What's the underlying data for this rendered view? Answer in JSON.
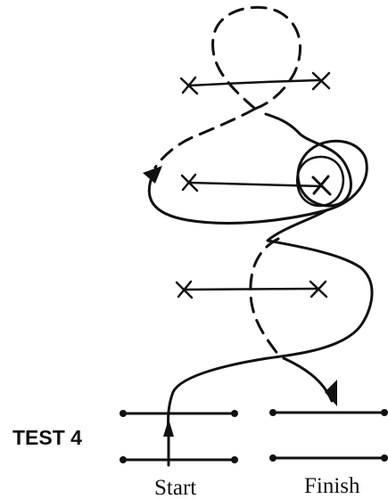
{
  "diagram": {
    "test_label": "TEST 4",
    "start_label": "Start",
    "finish_label": "Finish",
    "marker_symbol": "x",
    "ink_color": "#111111",
    "background_color": "#ffffff",
    "pole_pairs": 3,
    "solid_segments": 3,
    "dashed_segments": 3
  }
}
